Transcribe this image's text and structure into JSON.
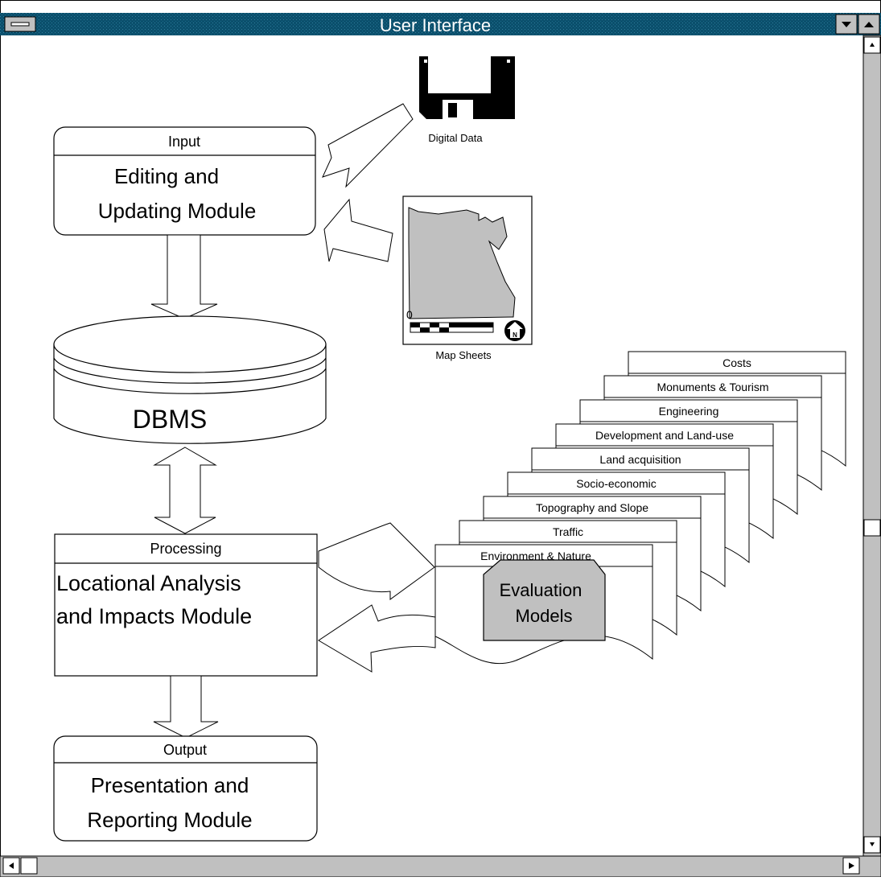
{
  "window": {
    "title": "User Interface"
  },
  "input_box": {
    "header": "Input",
    "body_line1": "Editing and",
    "body_line2": "Updating Module"
  },
  "digital_data": {
    "label": "Digital Data"
  },
  "map_sheets": {
    "label": "Map Sheets",
    "scale_zero": "0",
    "north_letter": "N"
  },
  "dbms": {
    "label": "DBMS"
  },
  "processing_box": {
    "header": "Processing",
    "body_line1": "Locational Analysis",
    "body_line2": "and Impacts Module"
  },
  "output_box": {
    "header": "Output",
    "body_line1": "Presentation and",
    "body_line2": "Reporting Module"
  },
  "evaluation_models": {
    "line1": "Evaluation",
    "line2": "Models"
  },
  "sheets": [
    "Costs",
    "Monuments & Tourism",
    "Engineering",
    "Development and Land-use",
    "Land acquisition",
    "Socio-economic",
    "Topography and Slope",
    "Traffic",
    "Environment & Nature"
  ],
  "colors": {
    "title_bar": "#0b4f6c",
    "title_text": "#ffffff",
    "chrome": "#c0c0c0",
    "map_fill": "#c0c0c0",
    "eval_fill": "#c0c0c0",
    "stroke": "#000000"
  }
}
